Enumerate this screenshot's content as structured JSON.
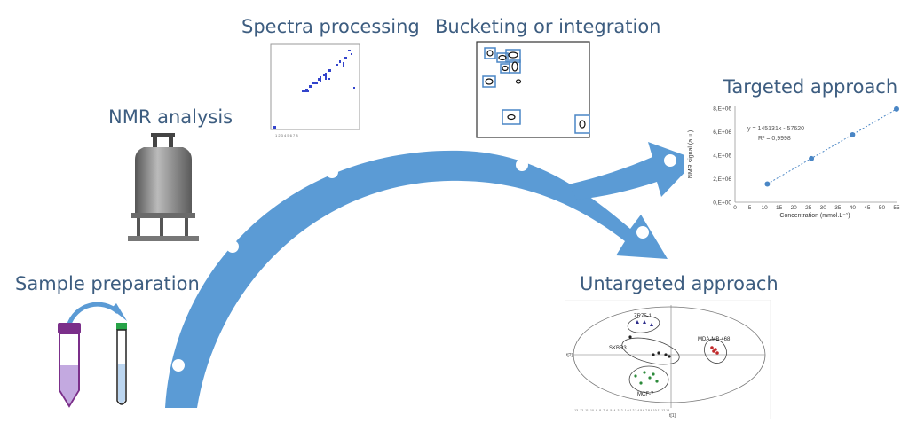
{
  "stages": {
    "sample_preparation": "Sample preparation",
    "nmr_analysis": "NMR analysis",
    "spectra_processing": "Spectra processing",
    "bucketing": "Bucketing or integration",
    "targeted": "Targeted approach",
    "untargeted": "Untargeted approach"
  },
  "colors": {
    "label": "#3d5d80",
    "arrow": "#5b9bd5",
    "tube_cap_purple": "#7b2f8a",
    "tube_cap_green": "#27a347",
    "spectrum_blue": "#3344cc",
    "point_blue": "#4a86c5"
  },
  "icons": {
    "magnet": "nmr-magnet-icon",
    "tubes": "sample-tubes-icon",
    "transfer": "curved-transfer-arrow-icon"
  },
  "targeted_chart": {
    "type": "scatter",
    "equation": "y = 145131x - 57620",
    "r2": "R² = 0,9998",
    "ylabel": "NMR signal (a.u.)",
    "xlabel": "Concentration (mmol.L⁻¹)",
    "y_ticks": [
      "0,E+00",
      "2,E+06",
      "4,E+06",
      "6,E+06",
      "8,E+06"
    ],
    "x_ticks": [
      "0",
      "5",
      "10",
      "15",
      "20",
      "25",
      "30",
      "35",
      "40",
      "45",
      "50",
      "55"
    ],
    "xlim": [
      0,
      55
    ],
    "ylim": [
      0,
      8000000
    ],
    "points": [
      [
        11,
        1550000
      ],
      [
        26,
        3710000
      ],
      [
        40,
        5740000
      ],
      [
        55,
        7930000
      ]
    ]
  },
  "pca_chart": {
    "groups": [
      {
        "name": "ZR75-1"
      },
      {
        "name": "SKBR3"
      },
      {
        "name": "MDA-MB-468"
      },
      {
        "name": "MCF-7"
      }
    ],
    "xlabel": "t[1]",
    "ylabel": "t[2]"
  }
}
